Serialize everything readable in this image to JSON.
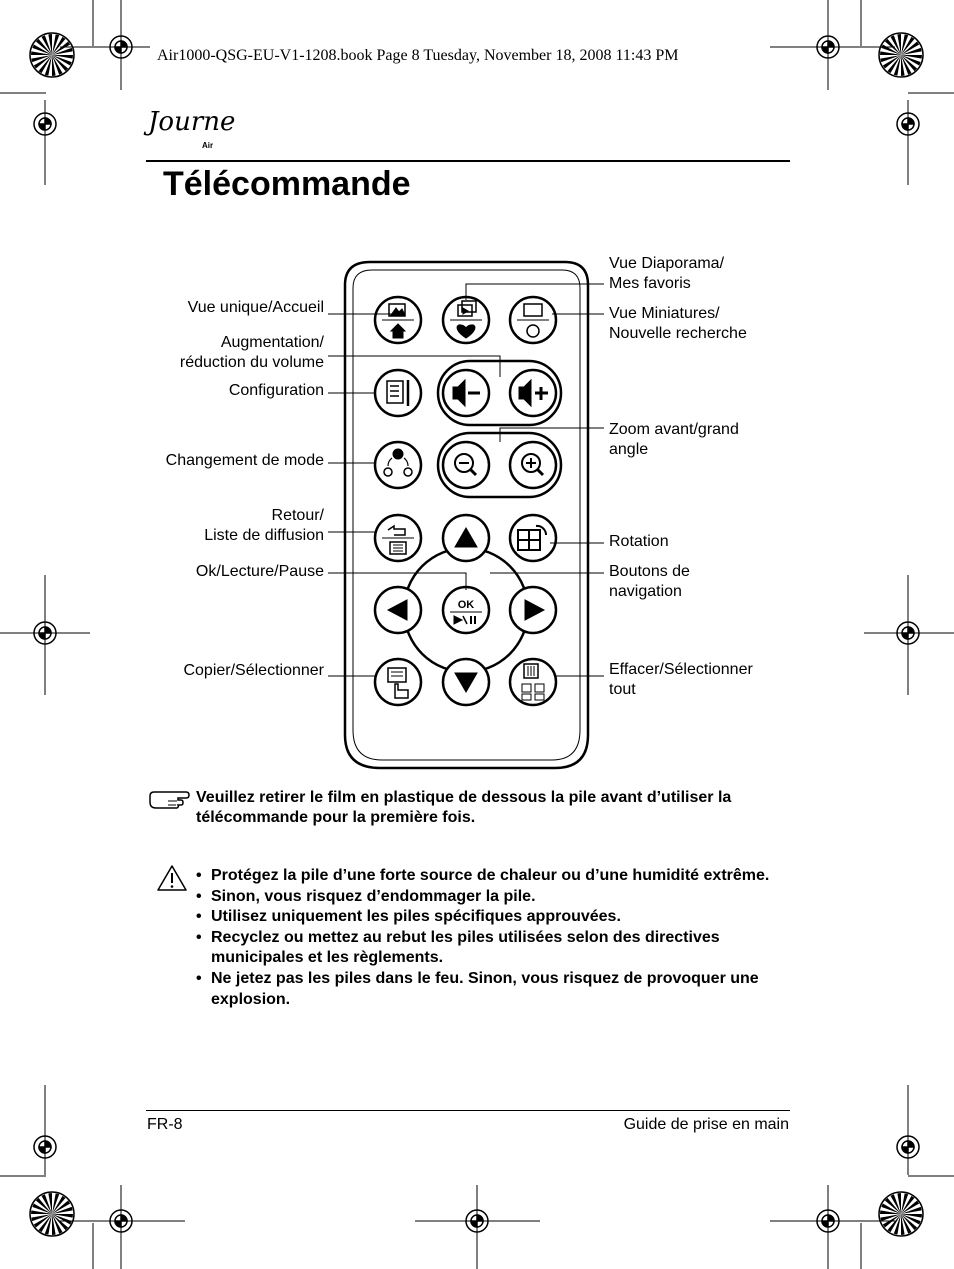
{
  "print_header": "Air1000-QSG-EU-V1-1208.book  Page 8  Tuesday, November 18, 2008  11:43 PM",
  "logo": {
    "script": "Journe",
    "sub": "Air"
  },
  "title": "Télécommande",
  "labels_left": {
    "single_view_home": "Vue unique/Accueil",
    "volume": [
      "Augmentation/",
      "réduction du volume"
    ],
    "configuration": "Configuration",
    "mode_change": "Changement de mode",
    "back_playlist": [
      "Retour/",
      "Liste de diffusion"
    ],
    "ok_play_pause": "Ok/Lecture/Pause",
    "copy_select": "Copier/Sélectionner"
  },
  "labels_right": {
    "slideshow_favorites": [
      "Vue Diaporama/",
      "Mes favoris"
    ],
    "thumbnails_search": [
      "Vue Miniatures/",
      "Nouvelle recherche"
    ],
    "zoom": [
      "Zoom avant/grand",
      "angle"
    ],
    "rotation": "Rotation",
    "navigation": [
      "Boutons de",
      "navigation"
    ],
    "delete_select_all": [
      "Effacer/Sélectionner",
      "tout"
    ]
  },
  "remote": {
    "ok_label": "OK"
  },
  "note": "Veuillez retirer le film en plastique de dessous la pile avant d’utiliser la télécommande pour la première fois.",
  "warnings": [
    "Protégez la pile d’une forte source de chaleur ou d’une humidité extrême.",
    "Sinon, vous risquez d’endommager la pile.",
    "Utilisez uniquement les piles spécifiques approuvées.",
    "Recyclez ou mettez au rebut les piles utilisées selon des directives municipales et les règlements.",
    "Ne jetez pas les piles dans le feu. Sinon, vous risquez de provoquer une explosion."
  ],
  "footer": {
    "left": "FR-8",
    "right": "Guide de prise en main"
  },
  "icons": [
    "registration-mark-icon",
    "color-target-icon",
    "hand-note-icon",
    "warning-triangle-icon"
  ]
}
